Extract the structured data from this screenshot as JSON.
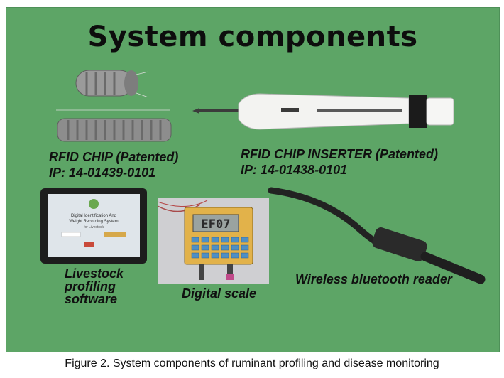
{
  "title": "System components",
  "components": {
    "rfid_chip": {
      "name": "RFID CHIP (Patented)",
      "ip": "IP: 14-01439-0101"
    },
    "inserter": {
      "name": "RFID CHIP INSERTER (Patented)",
      "ip": "IP: 14-01438-0101"
    },
    "software": {
      "label_line1": "Livestock",
      "label_line2": "profiling",
      "label_line3": "software",
      "screen_line1": "Digital Identification And",
      "screen_line2": "Weight Recording System",
      "screen_line3": "for Livestock"
    },
    "scale": {
      "label": "Digital scale",
      "display": "EF07"
    },
    "reader": {
      "label": "Wireless bluetooth reader"
    }
  },
  "caption": "Figure 2.  System components of ruminant profiling and disease monitoring",
  "colors": {
    "background": "#5da566",
    "text": "#101010"
  }
}
